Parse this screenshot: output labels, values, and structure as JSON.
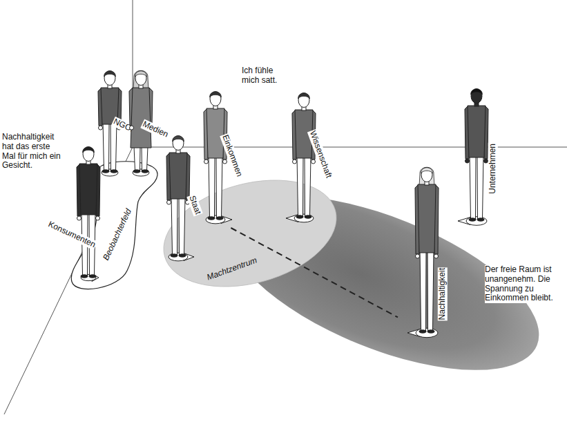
{
  "diagram": {
    "nodes": [
      {
        "text": [
          "Beobachterfeld"
        ]
      },
      {
        "text": [
          "NGOs"
        ],
        "in": 0
      },
      {
        "text": [
          "Medien"
        ],
        "in": 0
      },
      {
        "text": [
          "Konsumenten"
        ],
        "in": 0
      },
      {
        "text": [
          "Machtzentrum"
        ]
      },
      {
        "text": [
          "Einkommen"
        ],
        "in": 4
      },
      {
        "text": [
          "Staat"
        ],
        "in": 4
      },
      {
        "text": [
          "Wissenschaft"
        ],
        "in": 4
      },
      {
        "text": [
          "Unternehmen"
        ]
      },
      {
        "text": [
          "Nachhaltigkeit"
        ]
      }
    ],
    "edges": [
      {
        "from": 5,
        "to": 9,
        "arrow": "none"
      }
    ],
    "labels": [
      "Nachhaltigkeit hat das erste Mal für mich ein Gesicht.",
      "Ich fühle mich satt.",
      "Der freie Raum ist unangenehm. Die Spannung zu Einkommen bleibt."
    ]
  }
}
